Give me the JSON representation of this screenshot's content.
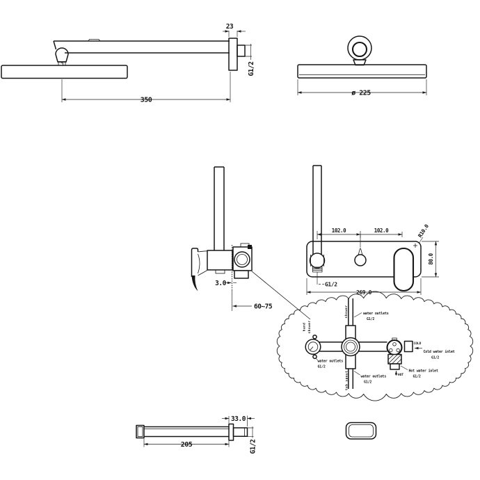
{
  "views": {
    "shower_arm": {
      "length": "350",
      "flange_depth": "23",
      "thread": "G1/2"
    },
    "shower_head": {
      "diameter": "ø 225"
    },
    "mixer_side": {
      "plate_thickness": "3.0",
      "install_depth": "60~75"
    },
    "wall_plate": {
      "spacing_left": "102.0",
      "spacing_right": "102.0",
      "corner_radius": "R10.0",
      "height": "80.0",
      "width": "269.0",
      "thread": "G1/2"
    },
    "valve_detail": {
      "top_outlet": "water outlets",
      "top_thread": "G1/2",
      "left_outlet": "water outlets",
      "left_thread": "G1/2",
      "bottom_outlet": "water outlets",
      "bottom_thread": "G1/2",
      "cold_tag": "COLD",
      "cold_inlet": "Cold water inlet",
      "cold_thread": "G1/2",
      "hot_tag": "HOT",
      "hot_inlet": "Hot water inlet",
      "hot_thread": "G1/2",
      "top_pipe_tag": "shower",
      "left_port_tag_1": "hand",
      "left_port_tag_2": "shower",
      "bottom_pipe_tag": "tub spout"
    },
    "spout_side": {
      "length": "205",
      "flange_depth": "33.0",
      "thread": "G1/2"
    }
  }
}
